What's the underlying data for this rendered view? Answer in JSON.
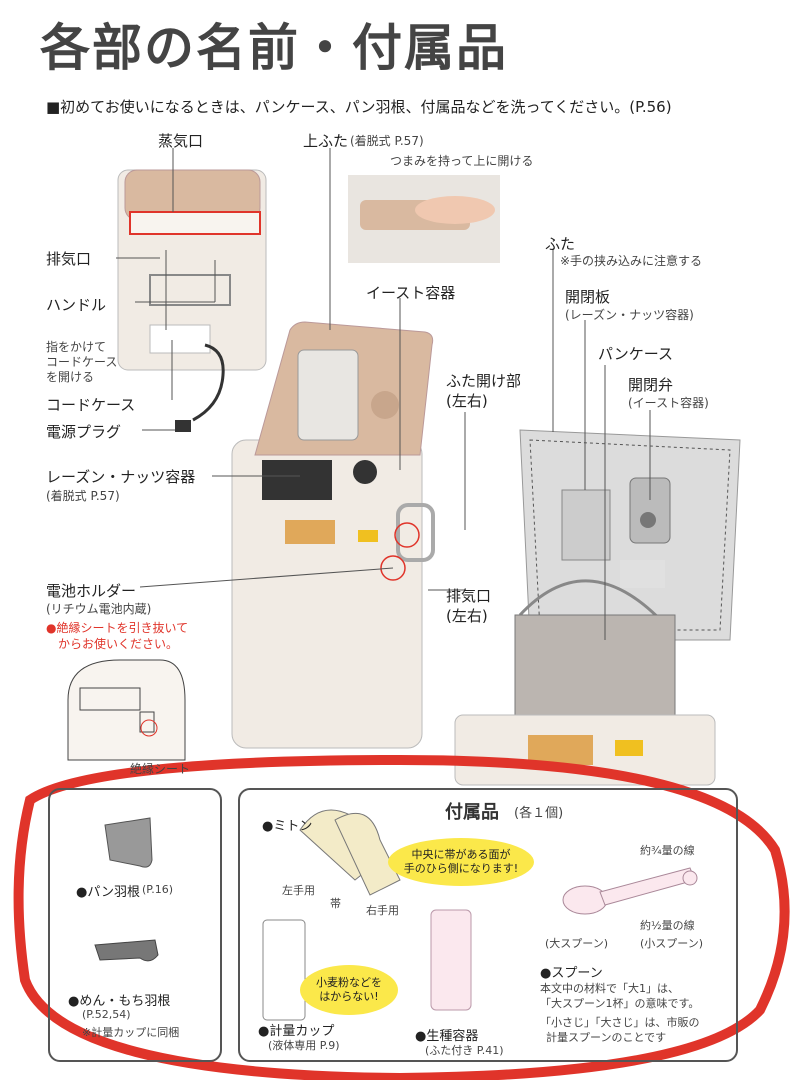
{
  "header": {
    "title": "各部の名前・付属品",
    "notice": "■初めてお使いになるときは、パンケース、パン羽根、付属品などを洗ってください。(P.56)"
  },
  "parts": {
    "steam_vent": "蒸気口",
    "top_lid": "上ふた",
    "top_lid_note": "(着脱式 P.57)",
    "top_lid_hint": "つまみを持って上に開ける",
    "exhaust": "排気口",
    "handle": "ハンドル",
    "finger_note1": "指をかけて",
    "finger_note2": "コードケース",
    "finger_note3": "を開ける",
    "cord_case": "コードケース",
    "power_plug": "電源プラグ",
    "yeast_container": "イースト容器",
    "lid": "ふた",
    "lid_note": "※手の挟み込みに注意する",
    "flap": "開閉板",
    "flap_note": "(レーズン・ナッツ容器)",
    "bread_case": "パンケース",
    "valve": "開閉弁",
    "valve_note": "(イースト容器)",
    "lid_opener": "ふた開け部",
    "lid_opener_note": "(左右)",
    "raisin_container": "レーズン・ナッツ容器",
    "raisin_note": "(着脱式 P.57)",
    "battery_holder": "電池ホルダー",
    "battery_note": "(リチウム電池内蔵)",
    "battery_warn1": "●絶縁シートを引き抜いて",
    "battery_warn2": "からお使いください。",
    "exhaust2": "排気口",
    "exhaust2_note": "(左右)",
    "insulation_sheet": "絶縁シート"
  },
  "accessories": {
    "title": "付属品",
    "title_note": "(各１個)",
    "bread_blade": "●パン羽根",
    "bread_blade_page": "(P.16)",
    "noodle_blade": "●めん・もち羽根",
    "noodle_blade_page": "(P.52,54)",
    "noodle_blade_note": "※計量カップに同梱",
    "mitten": "●ミトン",
    "left_hand": "左手用",
    "band": "帯",
    "right_hand": "右手用",
    "mitten_bubble1": "中央に帯がある面が",
    "mitten_bubble2": "手のひら側になります!",
    "spoon_three_quarter": "約¾量の線",
    "spoon_half": "約½量の線",
    "big_spoon": "(大スプーン)",
    "small_spoon": "(小スプーン)",
    "spoon": "●スプーン",
    "spoon_desc1": "本文中の材料で「大1」は、",
    "spoon_desc2": "「大スプーン1杯」の意味です。",
    "spoon_desc3": "「小さじ」「大さじ」は、市販の",
    "spoon_desc4": "計量スプーンのことです",
    "cup_bubble1": "小麦粉などを",
    "cup_bubble2": "はからない!",
    "measuring_cup": "●計量カップ",
    "measuring_cup_note": "(液体専用 P.9)",
    "starter_container": "●生種容器",
    "starter_note": "(ふた付き P.41)"
  },
  "colors": {
    "highlight": "#e0342a",
    "bubble": "#fbe84a",
    "machine": "#f1ebe4",
    "lid": "#d9b9a0"
  }
}
